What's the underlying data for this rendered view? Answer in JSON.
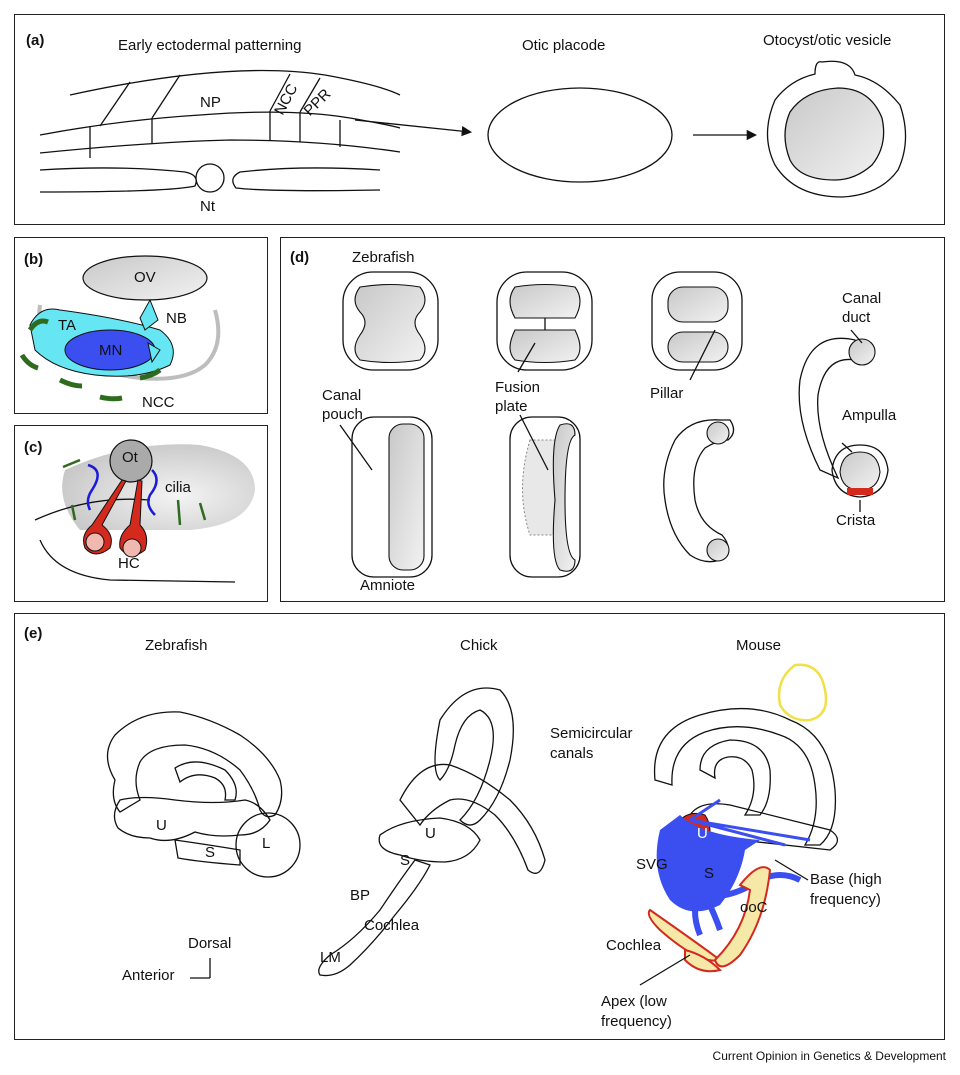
{
  "panel_a": {
    "tag": "(a)",
    "title_ecto": "Early ectodermal patterning",
    "title_placode": "Otic placode",
    "title_vesicle": "Otocyst/otic vesicle",
    "np": "NP",
    "ncc": "NCC",
    "ppr": "PPR",
    "nt": "Nt"
  },
  "panel_b": {
    "tag": "(b)",
    "ov": "OV",
    "nb": "NB",
    "ta": "TA",
    "mn": "MN",
    "ncc": "NCC"
  },
  "panel_c": {
    "tag": "(c)",
    "ot": "Ot",
    "cilia": "cilia",
    "hc": "HC"
  },
  "panel_d": {
    "tag": "(d)",
    "zebrafish": "Zebrafish",
    "fusion_plate": "Fusion\nplate",
    "pillar": "Pillar",
    "canal_duct": "Canal\nduct",
    "canal_pouch": "Canal\npouch",
    "ampulla": "Ampulla",
    "crista": "Crista",
    "amniote": "Amniote"
  },
  "panel_e": {
    "tag": "(e)",
    "zebrafish": "Zebrafish",
    "chick": "Chick",
    "mouse": "Mouse",
    "u": "U",
    "s": "S",
    "l": "L",
    "bp": "BP",
    "cochlea": "Cochlea",
    "lm": "LM",
    "semicircular": "Semicircular\ncanals",
    "svg_label": "SVG",
    "ooc": "ooC",
    "base": "Base (high\nfrequency)",
    "apex": "Apex (low\nfrequency)",
    "dorsal": "Dorsal",
    "anterior": "Anterior"
  },
  "credit": "Current Opinion in Genetics & Development",
  "colors": {
    "light_blue": "#66e6f2",
    "blue": "#3b4ef0",
    "red": "#d42a1e",
    "green": "#2e6b1e",
    "yellow": "#f0e04a",
    "grey": "#d9d9d9"
  }
}
